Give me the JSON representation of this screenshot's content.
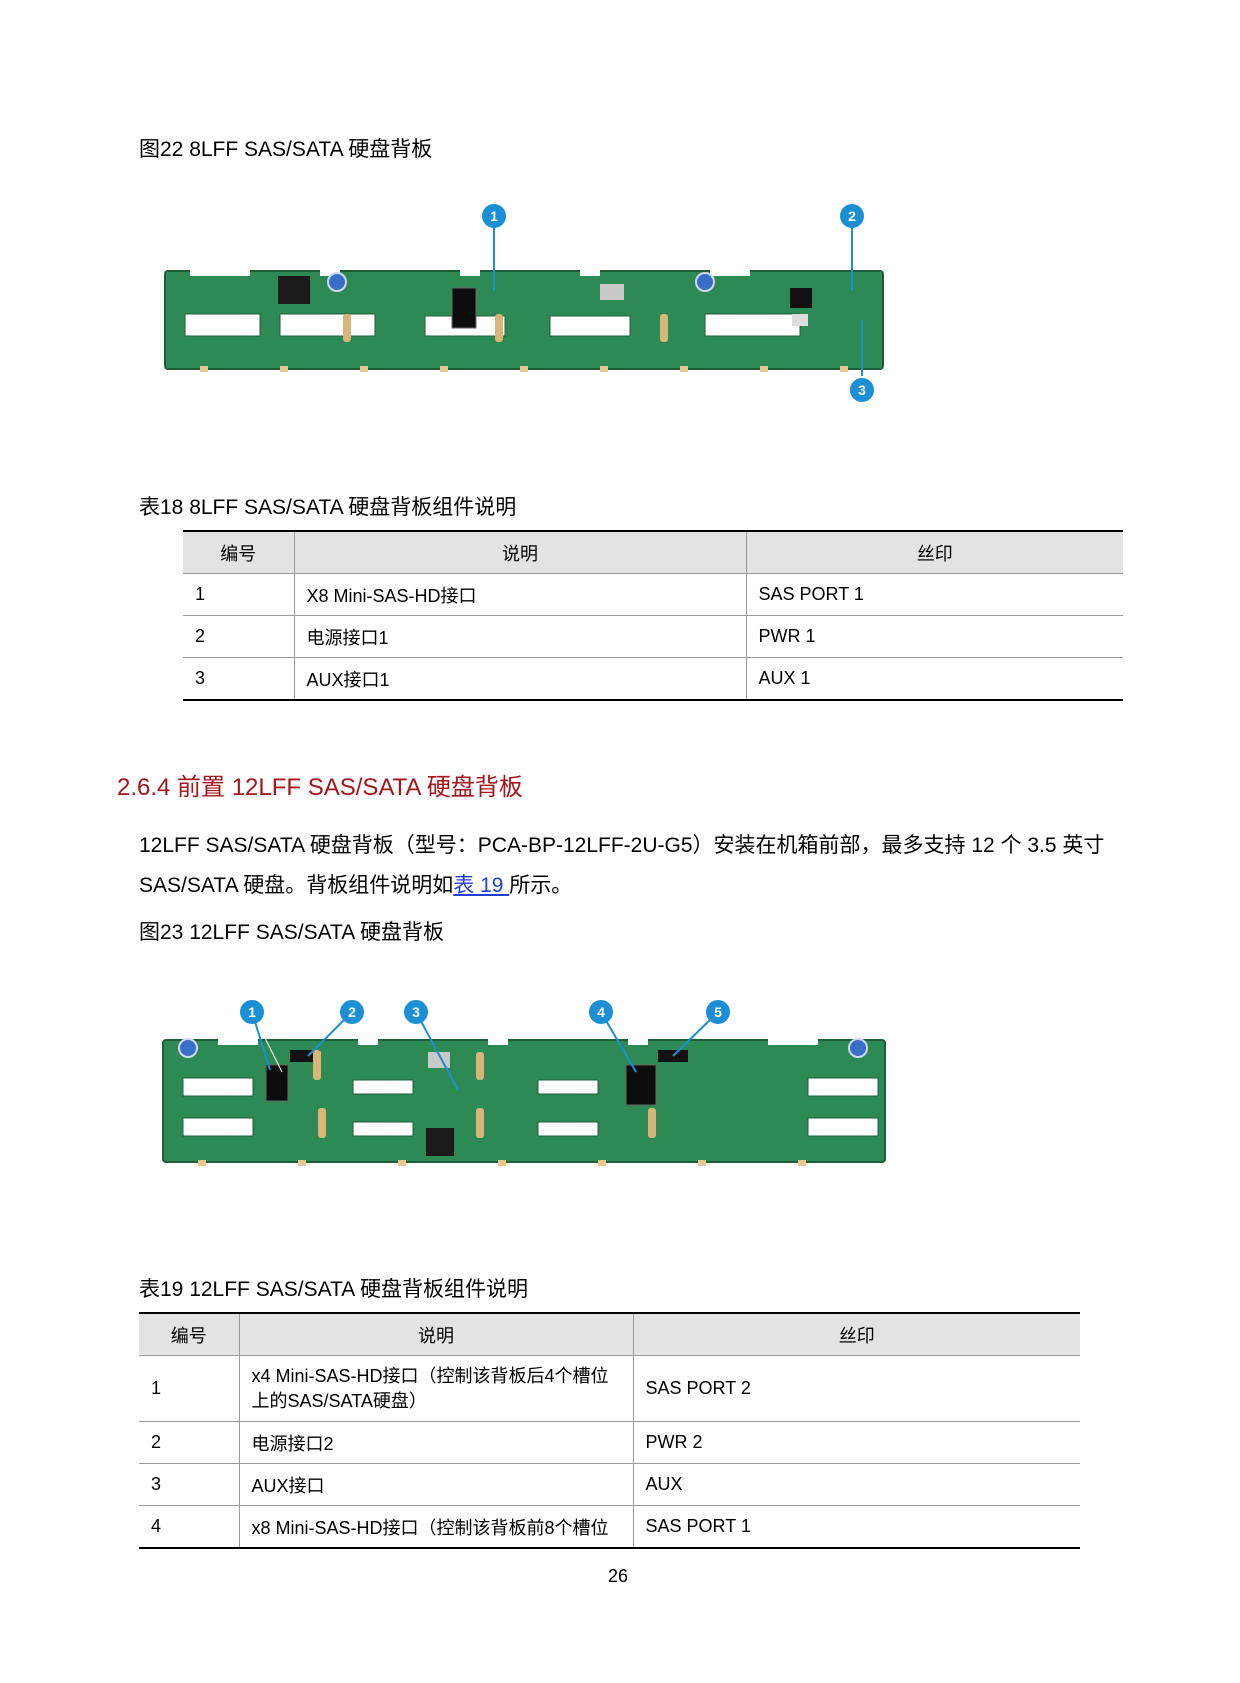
{
  "figure22": {
    "caption": "图22 8LFF SAS/SATA 硬盘背板",
    "callouts": [
      "1",
      "2",
      "3"
    ]
  },
  "table18": {
    "caption": "表18 8LFF SAS/SATA 硬盘背板组件说明",
    "headers": [
      "编号",
      "说明",
      "丝印"
    ],
    "rows": [
      [
        "1",
        "X8 Mini-SAS-HD接口",
        "SAS PORT 1"
      ],
      [
        "2",
        "电源接口1",
        "PWR 1"
      ],
      [
        "3",
        "AUX接口1",
        "AUX 1"
      ]
    ]
  },
  "section": {
    "title": "2.6.4 前置 12LFF SAS/SATA 硬盘背板"
  },
  "paragraph": {
    "text_before": "12LFF SAS/SATA 硬盘背板（型号：PCA-BP-12LFF-2U-G5）安装在机箱前部，最多支持 12 个 3.5 英寸 SAS/SATA 硬盘。背板组件说明如",
    "link": "表 19 ",
    "text_after": "所示。"
  },
  "figure23": {
    "caption": "图23 12LFF SAS/SATA 硬盘背板",
    "callouts": [
      "1",
      "2",
      "3",
      "4",
      "5"
    ]
  },
  "table19": {
    "caption": "表19 12LFF SAS/SATA 硬盘背板组件说明",
    "headers": [
      "编号",
      "说明",
      "丝印"
    ],
    "rows": [
      [
        "1",
        "x4 Mini-SAS-HD接口（控制该背板后4个槽位上的SAS/SATA硬盘）",
        "SAS PORT 2"
      ],
      [
        "2",
        "电源接口2",
        "PWR 2"
      ],
      [
        "3",
        "AUX接口",
        "AUX"
      ],
      [
        "4",
        "x8 Mini-SAS-HD接口（控制该背板前8个槽位",
        "SAS PORT 1"
      ]
    ]
  },
  "page_number": "26",
  "colors": {
    "pcb_green": "#2e8a55",
    "callout_blue": "#1a8fd6",
    "heading_red": "#a5161c",
    "link_blue": "#1f3fd6"
  }
}
